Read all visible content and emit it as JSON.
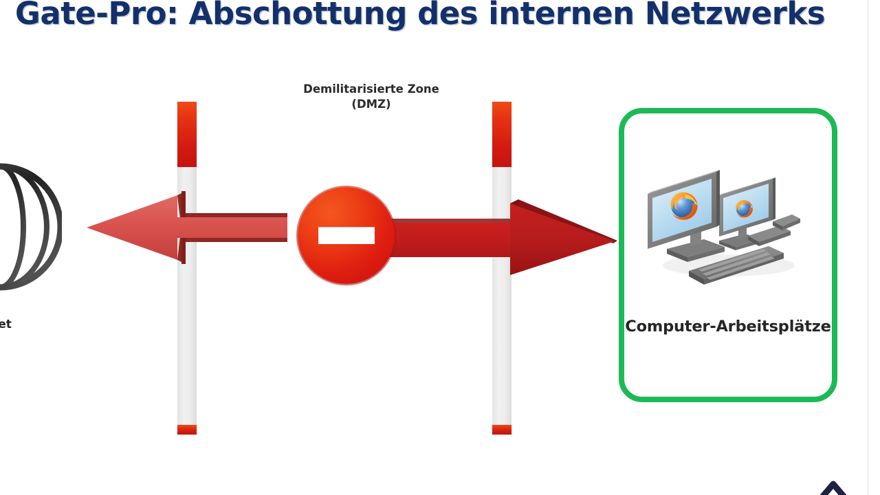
{
  "slide": {
    "title": "Gate-Pro: Abschottung des internen Netzwerks",
    "background_color": "#ffffff",
    "title_color": "#13306b"
  },
  "dmz": {
    "line1": "Demilitarisierte Zone",
    "line2": "(DMZ)"
  },
  "internet": {
    "label": "net",
    "full_label_hint": "Internet",
    "icon": "globe-icon"
  },
  "workstations": {
    "label": "Computer-Arbeitsplätze",
    "border_color": "#1db954",
    "icon": "computer-workstation-icon",
    "browser_icon": "firefox-icon"
  },
  "barrier": {
    "icon": "no-entry-sign-icon",
    "color": "#de2010",
    "bar_color": "#ffffff"
  },
  "arrows": {
    "left": {
      "direction": "left",
      "color": "#d9534f",
      "name": "outbound-arrow"
    },
    "right": {
      "direction": "right",
      "color": "#c21b1b",
      "name": "inbound-arrow"
    }
  },
  "walls": {
    "cap_color": "#d91d10",
    "body_color": "#ececec",
    "left_name": "dmz-wall-left",
    "right_name": "dmz-wall-right"
  },
  "corner": {
    "mark": "chevron-logo-icon"
  }
}
